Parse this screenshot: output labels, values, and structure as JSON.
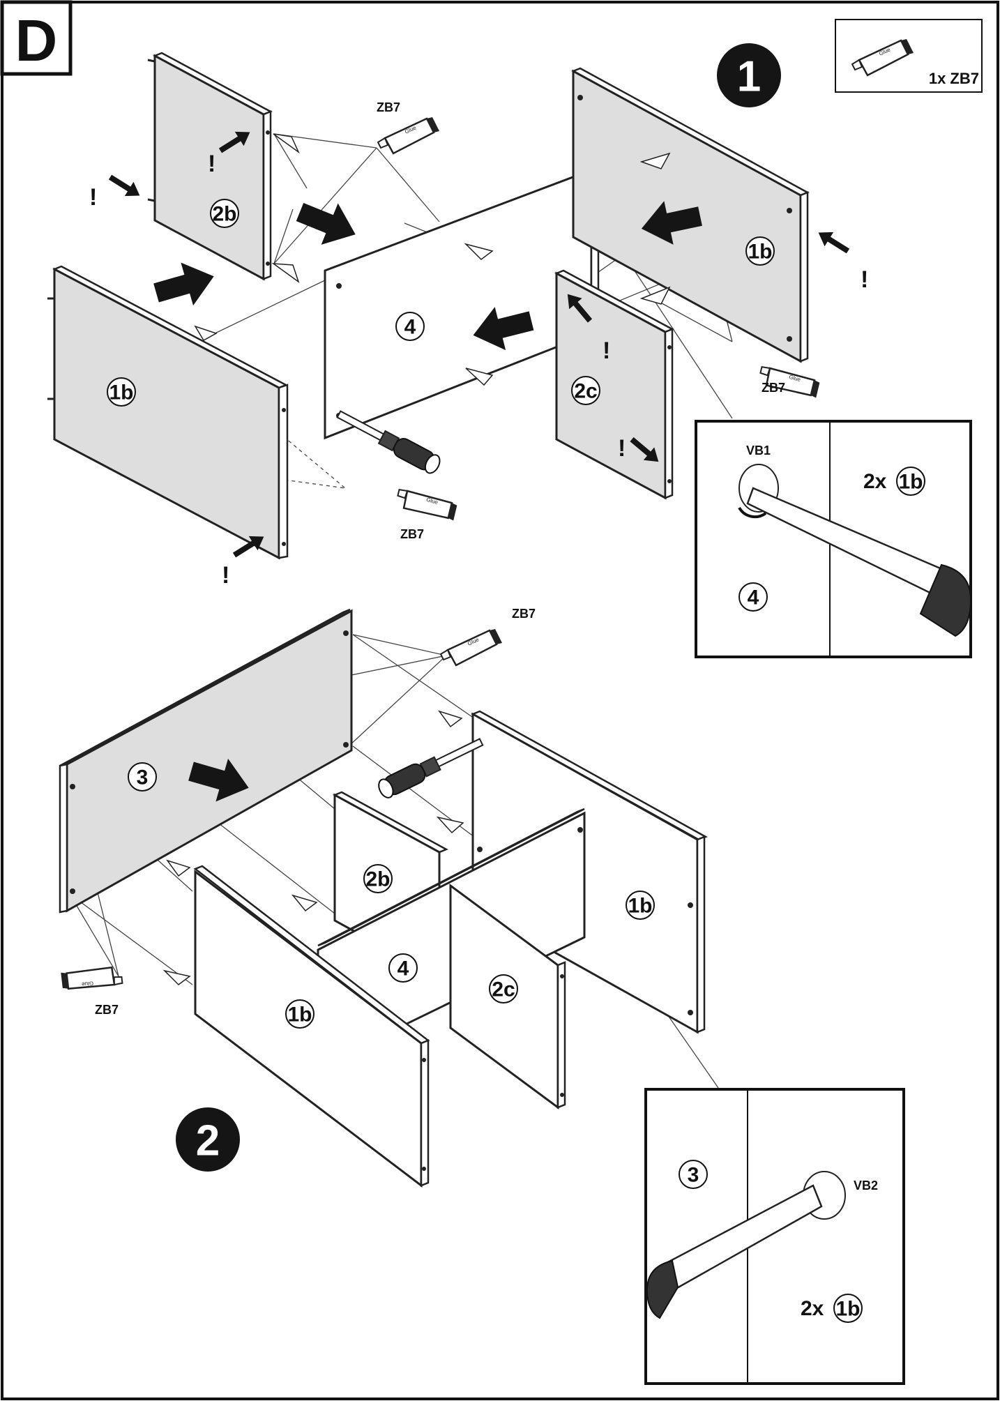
{
  "step_letter": "D",
  "steps": {
    "one": "1",
    "two": "2"
  },
  "legend": {
    "glue_qty": "1x ZB7",
    "icon": "glue-tube-icon"
  },
  "glue_label": "ZB7",
  "warning_mark": "!",
  "panels": {
    "side": "1b",
    "divider_left": "2b",
    "divider_right": "2c",
    "back": "3",
    "bottom": "4"
  },
  "detail_1": {
    "connector": "VB1",
    "panel_left": "4",
    "multiplier": "2x",
    "panel_right": "1b"
  },
  "detail_2": {
    "connector": "VB2",
    "panel_left": "3",
    "multiplier": "2x",
    "panel_right": "1b"
  },
  "colors": {
    "ink": "#111111",
    "panel_grey": "#dedede",
    "paper": "#ffffff"
  }
}
